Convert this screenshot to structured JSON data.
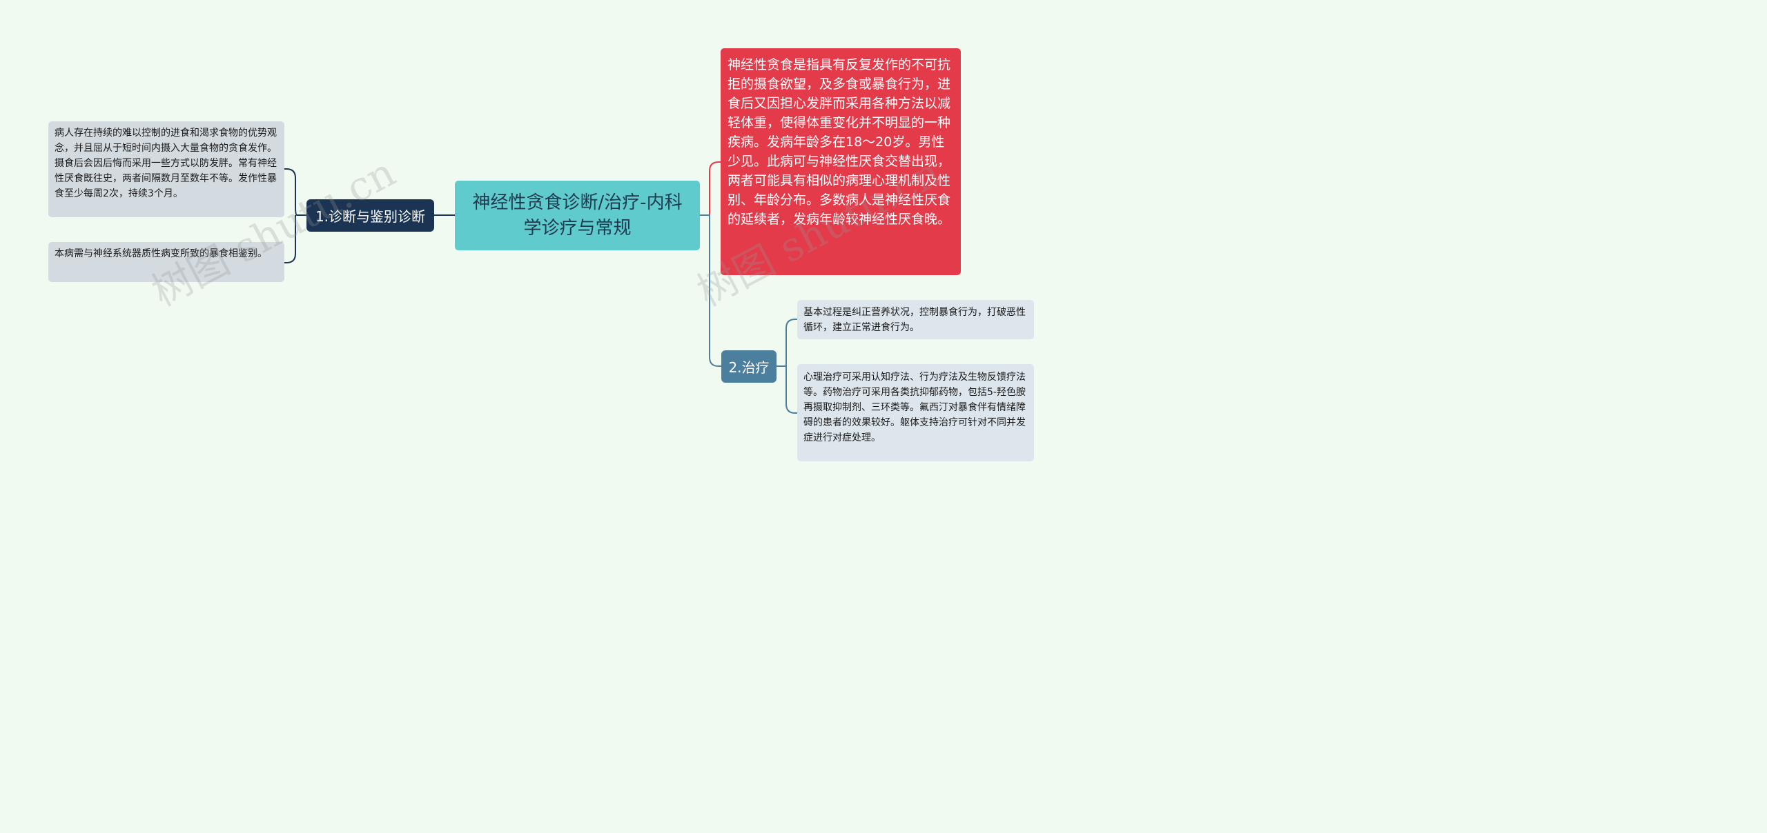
{
  "central": {
    "title": "神经性贪食诊断/治疗-内科学诊疗与常规"
  },
  "branch1": {
    "label": "1.诊断与鉴别诊断",
    "leaves": [
      "病人存在持续的难以控制的进食和渴求食物的优势观念，并且屈从于短时间内摄入大量食物的贪食发作。摄食后会因后悔而采用一些方式以防发胖。常有神经性厌食既往史，两者间隔数月至数年不等。发作性暴食至少每周2次，持续3个月。",
      "本病需与神经系统器质性病变所致的暴食相鉴别。"
    ]
  },
  "definition": "神经性贪食是指具有反复发作的不可抗拒的摄食欲望，及多食或暴食行为，进食后又因担心发胖而采用各种方法以减轻体重，使得体重变化并不明显的一种疾病。发病年龄多在18～20岁。男性少见。此病可与神经性厌食交替出现，两者可能具有相似的病理心理机制及性别、年龄分布。多数病人是神经性厌食的延续者，发病年龄较神经性厌食晚。",
  "branch2": {
    "label": "2.治疗",
    "leaves": [
      "基本过程是纠正营养状况，控制暴食行为，打破恶性循环，建立正常进食行为。",
      "心理治疗可采用认知疗法、行为疗法及生物反馈疗法等。药物治疗可采用各类抗抑郁药物，包括5-羟色胺再摄取抑制剂、三环类等。氟西汀对暴食伴有情绪障碍的患者的效果较好。躯体支持治疗可针对不同并发症进行对症处理。"
    ]
  },
  "watermark": "树图 shutu.cn",
  "colors": {
    "central": "#60cbcd",
    "branch1": "#1b3453",
    "branch2": "#4c7f9e",
    "definition": "#e43b4b",
    "leaf": "#d3dae0"
  }
}
